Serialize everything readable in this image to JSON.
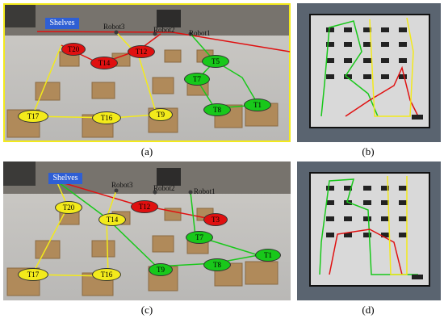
{
  "colors": {
    "yellow": "#f3ea1b",
    "red": "#e01010",
    "green": "#18c81a",
    "shelves_bg": "#2f5fd4",
    "map_bg": "#5a6470",
    "map_floor": "#d9d9d9"
  },
  "panel_a": {
    "caption": "(a)",
    "shelves_label": "Shelves",
    "robots": [
      "Robot3",
      "Robot2",
      "Robot1"
    ],
    "tasks": [
      {
        "label": "T20",
        "color": "red"
      },
      {
        "label": "T12",
        "color": "red"
      },
      {
        "label": "T14",
        "color": "red"
      },
      {
        "label": "T5",
        "color": "green"
      },
      {
        "label": "T7",
        "color": "green"
      },
      {
        "label": "T8",
        "color": "green"
      },
      {
        "label": "T1",
        "color": "green"
      },
      {
        "label": "T17",
        "color": "yellow"
      },
      {
        "label": "T16",
        "color": "yellow"
      },
      {
        "label": "T9",
        "color": "yellow"
      }
    ]
  },
  "panel_b": {
    "caption": "(b)"
  },
  "panel_c": {
    "caption": "(c)",
    "shelves_label": "Shelves",
    "robots": [
      "Robot3",
      "Robot2",
      "Robot1"
    ],
    "tasks": [
      {
        "label": "T20",
        "color": "yellow"
      },
      {
        "label": "T14",
        "color": "yellow"
      },
      {
        "label": "T12",
        "color": "red"
      },
      {
        "label": "T3",
        "color": "red"
      },
      {
        "label": "T7",
        "color": "green"
      },
      {
        "label": "T8",
        "color": "green"
      },
      {
        "label": "T1",
        "color": "green"
      },
      {
        "label": "T9",
        "color": "green"
      },
      {
        "label": "T17",
        "color": "yellow"
      },
      {
        "label": "T16",
        "color": "yellow"
      }
    ]
  },
  "panel_d": {
    "caption": "(d)"
  }
}
